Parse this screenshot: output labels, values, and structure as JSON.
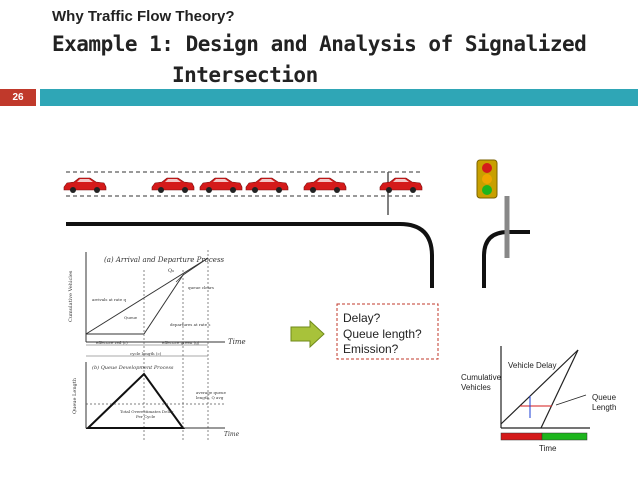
{
  "slide": {
    "kicker": "Why Traffic Flow Theory?",
    "title_line1": "Example 1: Design and Analysis of Signalized",
    "title_line2": "Intersection",
    "page_number": "26"
  },
  "plot_a": {
    "title": "(a) Arrival and Departure Process",
    "ylabel": "Cumulative Vehicles",
    "xlabel": "Time",
    "labels": {
      "q0": "Q₀",
      "queue_clears": "queue clears",
      "arrivals": "arrivals at rate q",
      "queue": "Queue",
      "departures": "departures at rate s",
      "effective_red": "effective red (r)",
      "effective_green": "effective green (g)",
      "cycle_length": "cycle length (c)"
    }
  },
  "plot_b": {
    "title": "(b) Queue Development Process",
    "ylabel": "Queue Length",
    "xlabel": "Time",
    "avg_label_1": "average queue",
    "avg_label_2": "length, Q avg",
    "delay_label_1": "Total Overestimates Delay",
    "delay_label_2": "Per Cycle"
  },
  "questions": [
    "Delay?",
    "Queue length?",
    "Emission?"
  ],
  "plot_c": {
    "ylabel_1": "Cumulative",
    "ylabel_2": "Vehicles",
    "vehicle_delay": "Vehicle Delay",
    "queue_1": "Queue",
    "queue_2": "Length",
    "xlabel": "Time"
  },
  "colors": {
    "accent_bar": "#2fa6b6",
    "page_box": "#c0392b",
    "car": "#d41a1a",
    "arrow": "#a8c23a",
    "signal_red": "#d41a1a",
    "signal_green": "#1db51d"
  }
}
